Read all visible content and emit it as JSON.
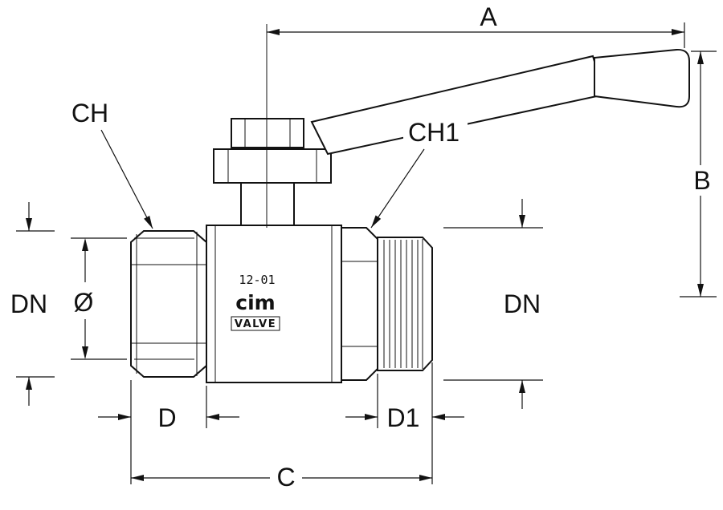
{
  "labels": {
    "a": "A",
    "b": "B",
    "ch": "CH",
    "ch1": "CH1",
    "dn_left": "DN",
    "dn_right": "DN",
    "diameter": "Ø",
    "d": "D",
    "d1": "D1",
    "c": "C"
  },
  "body_markings": {
    "model": "12-01",
    "brand": "cim",
    "product": "VALVE"
  },
  "colors": {
    "line": "#121212",
    "background": "#ffffff"
  }
}
